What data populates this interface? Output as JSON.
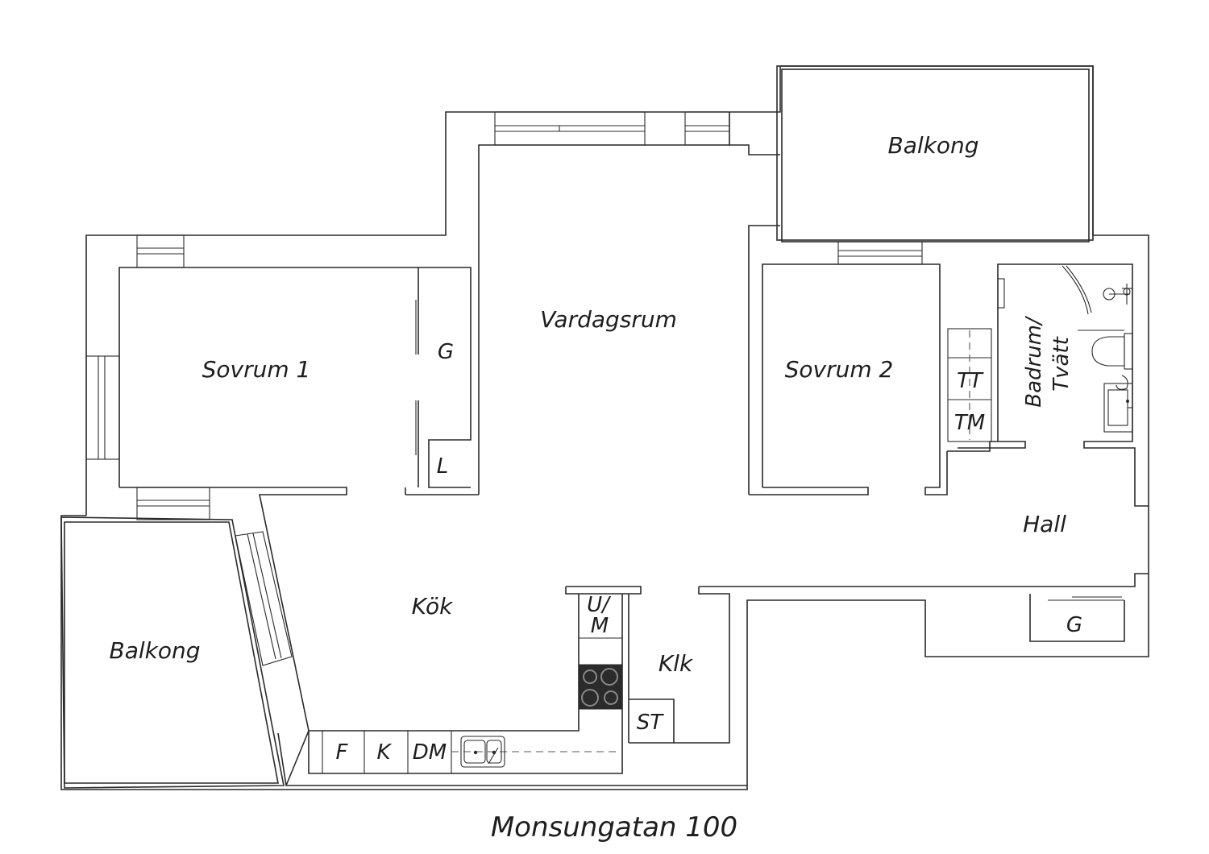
{
  "rooms": {
    "balkong_top": "Balkong",
    "vardagsrum": "Vardagsrum",
    "sovrum1": "Sovrum 1",
    "sovrum2": "Sovrum 2",
    "badrum_line1": "Badrum/",
    "badrum_line2": "Tvätt",
    "hall": "Hall",
    "kok": "Kök",
    "balkong_left": "Balkong",
    "klk": "Klk"
  },
  "fixtures": {
    "g_sovrum": "G",
    "l": "L",
    "tt": "TT",
    "tm": "TM",
    "g_hall": "G",
    "um_line1": "U/",
    "um_line2": "M",
    "st": "ST",
    "f": "F",
    "k": "K",
    "dm": "DM"
  },
  "caption": "Monsungatan 100",
  "colors": {
    "line": "#2a2a2a",
    "background": "#ffffff",
    "stove": "#2b2b2b"
  }
}
